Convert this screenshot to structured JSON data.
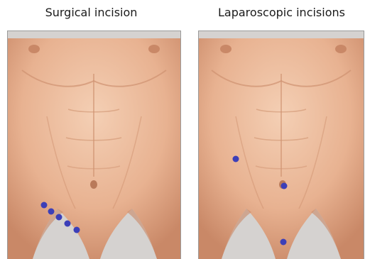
{
  "panels": [
    {
      "title": "Surgical incision",
      "incision_icon": "incision-dot",
      "incision_count": 5
    },
    {
      "title": "Laparoscopic incisions",
      "incision_icon": "incision-dot",
      "incision_count": 3
    }
  ],
  "colors": {
    "background": "#ffffff",
    "skin": "#e9b594",
    "skin_light": "#f2c9ad",
    "skin_shadow": "#cf9270",
    "frame_bg": "#d5d2d0",
    "incision_dot": "#3c3fb8",
    "title_text": "#1a1a1a"
  }
}
